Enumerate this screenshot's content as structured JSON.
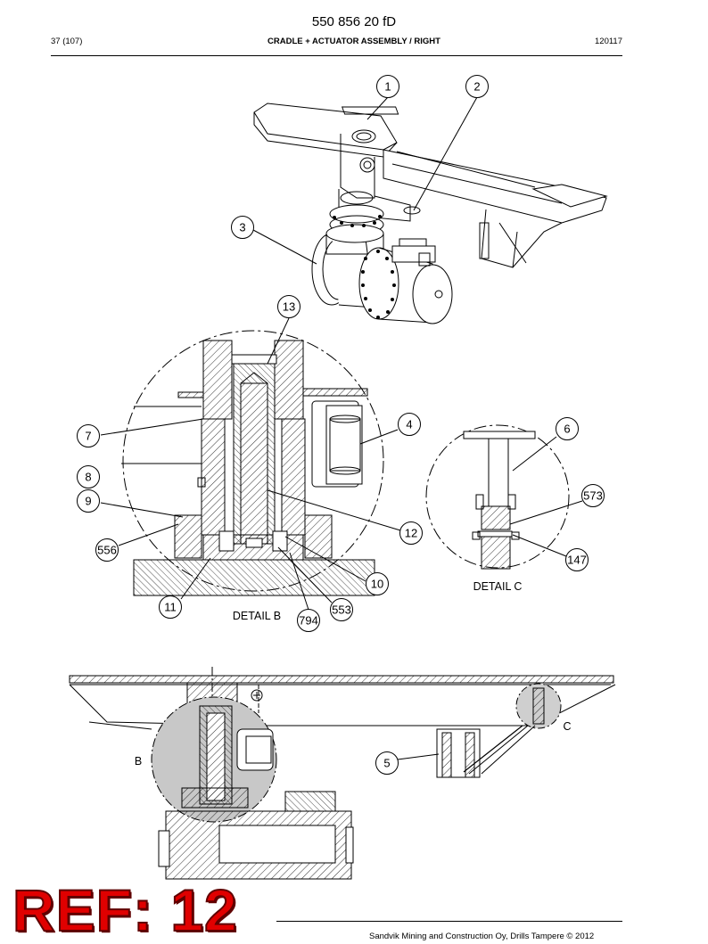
{
  "header": {
    "doc_number": "550 856 20 fD",
    "page": "37 (107)",
    "title": "CRADLE + ACTUATOR ASSEMBLY / RIGHT",
    "date": "120117"
  },
  "callouts": {
    "c1": "1",
    "c2": "2",
    "c3": "3",
    "c4": "4",
    "c5": "5",
    "c6": "6",
    "c7": "7",
    "c8": "8",
    "c9": "9",
    "c10": "10",
    "c11": "11",
    "c12": "12",
    "c13": "13",
    "c147": "147",
    "c553": "553",
    "c556": "556",
    "c573": "573",
    "c794": "794"
  },
  "detail_labels": {
    "detail_b": "DETAIL B",
    "detail_c": "DETAIL C",
    "marker_b": "B",
    "marker_c": "C"
  },
  "footer": {
    "copyright": "Sandvik Mining and Construction Oy, Drills Tampere © 2012"
  },
  "stamp": {
    "text": "REF: 12",
    "color": "#e00000"
  }
}
